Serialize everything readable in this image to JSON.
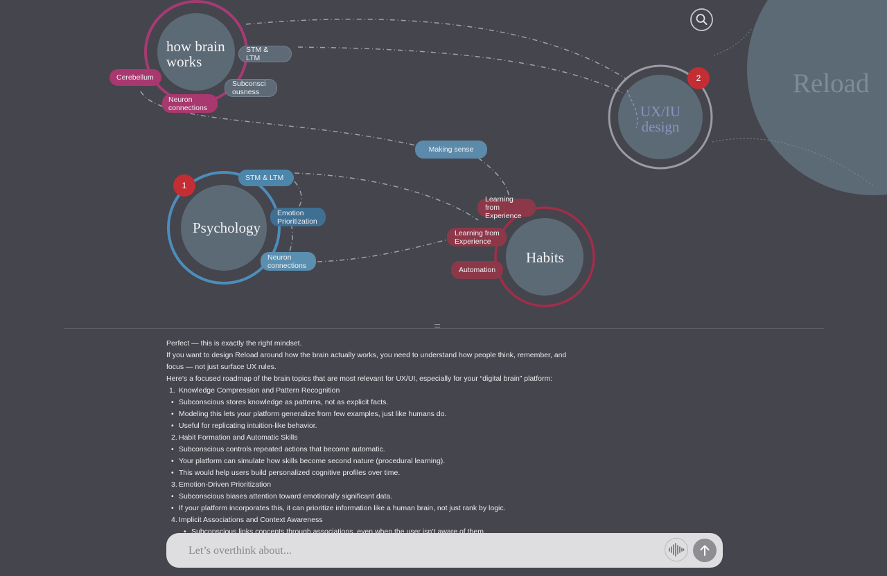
{
  "graph": {
    "nodes": {
      "brain": {
        "title": "how brain works",
        "title_line1": "how brain",
        "title_line2": "works"
      },
      "psychology": {
        "title": "Psychology"
      },
      "habits": {
        "title": "Habits"
      },
      "uxui": {
        "title": "UX/IU design",
        "title_line1": "UX/IU",
        "title_line2": "design"
      }
    },
    "tags": {
      "brain_stm": "STM & LTM",
      "brain_cerebellum": "Cerebellum",
      "brain_subconscious_1": "Subconsci",
      "brain_subconscious_2": "ousness",
      "brain_neuron_1": "Neuron",
      "brain_neuron_2": "connections",
      "making_sense": "Making sense",
      "psy_stm": "STM & LTM",
      "psy_emotion_1": "Emotion",
      "psy_emotion_2": "Prioritization",
      "psy_neuron_1": "Neuron",
      "psy_neuron_2": "connections",
      "habits_learning_a_1": "Learning from",
      "habits_learning_a_2": "Experience",
      "habits_learning_b_1": "Learning from",
      "habits_learning_b_2": "Experience",
      "habits_automation": "Automation"
    },
    "badges": {
      "psychology": "1",
      "uxui": "2"
    },
    "reload_label": "Reload",
    "colors": {
      "brain_ring": "#a83a73",
      "psychology_ring": "#4d8dbb",
      "habits_ring": "#a12e48",
      "uxui_ring": "#9b9ba6",
      "node_fill": "#5c6a76",
      "badge": "#c32e34"
    }
  },
  "chat": {
    "intro_1": "Perfect — this is exactly the right mindset.",
    "intro_2": "If you want to design Reload around how the brain actually works, you need to understand how people think, remember, and",
    "intro_3": "focus — not just surface UX rules.",
    "intro_4": "Here’s a focused roadmap of the brain topics that are most relevant for UX/UI, especially for your “digital brain” platform:",
    "sections": [
      {
        "num": "1.",
        "title": "Knowledge Compression and Pattern Recognition",
        "bullets": [
          "Subconscious stores knowledge as patterns, not as explicit facts.",
          "Modeling this lets your platform generalize from few examples, just like humans do.",
          "Useful for replicating intuition-like behavior."
        ]
      },
      {
        "num": "2.",
        "title": "Habit Formation and Automatic Skills",
        "bullets": [
          "Subconscious controls repeated actions that become automatic.",
          "Your platform can simulate how skills become second nature (procedural learning).",
          "This would help users build personalized cognitive profiles over time."
        ]
      },
      {
        "num": "3.",
        "title": "Emotion-Driven Prioritization",
        "bullets": [
          "Subconscious biases attention toward emotionally significant data.",
          "If your platform incorporates this, it can prioritize information like a human brain, not just rank by logic."
        ]
      },
      {
        "num": "4.",
        "title": "Implicit Associations and Context Awareness",
        "bullets": [
          "Subconscious links concepts through associations, even when the user isn’t aware of them."
        ]
      }
    ]
  },
  "input": {
    "placeholder": "Let’s overthink about..."
  },
  "icons": {
    "search": "search-icon",
    "voice": "voice-wave-icon",
    "send": "arrow-up-icon",
    "drag": "drag-handle-icon"
  }
}
